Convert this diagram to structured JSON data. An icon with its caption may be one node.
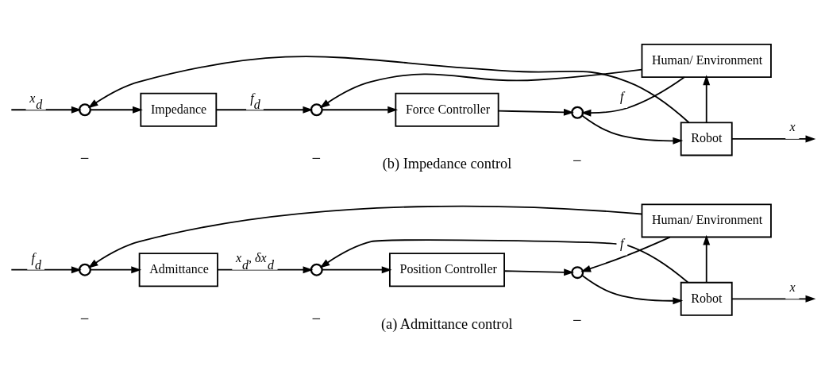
{
  "diagram": {
    "nodes": [
      {
        "text": [],
        "shape": "circle"
      },
      {
        "text": [
          "Admittance"
        ]
      },
      {
        "text": [],
        "shape": "circle"
      },
      {
        "text": [
          "Position Controller"
        ]
      },
      {
        "text": [],
        "shape": "circle"
      },
      {
        "text": [
          "Robot"
        ]
      },
      {
        "text": [
          "Human/ Environment"
        ]
      },
      {
        "text": [],
        "shape": "circle"
      },
      {
        "text": [
          "Impedance"
        ]
      },
      {
        "text": [],
        "shape": "circle"
      },
      {
        "text": [
          "Force Controller"
        ]
      },
      {
        "text": [],
        "shape": "circle"
      },
      {
        "text": [
          "Robot"
        ]
      },
      {
        "text": [
          "Human/ Environment"
        ]
      }
    ],
    "edges": [
      {
        "from": null,
        "to": 0,
        "arrow": "to",
        "label": "f$_{d}$"
      },
      {
        "from": 0,
        "to": 1,
        "arrow": "to"
      },
      {
        "from": 1,
        "to": 2,
        "arrow": "to",
        "label": "x$_{d}$, δx$_{d}$"
      },
      {
        "from": 2,
        "to": 3,
        "arrow": "to"
      },
      {
        "from": 3,
        "to": 4,
        "arrow": "to"
      },
      {
        "from": 4,
        "to": 5,
        "arrow": "to"
      },
      {
        "from": 5,
        "to": null,
        "arrow": "to",
        "label": "x"
      },
      {
        "from": 5,
        "to": 2,
        "arrow": "to"
      },
      {
        "from": 5,
        "to": 6,
        "arrow": "to"
      },
      {
        "from": 6,
        "to": 4,
        "arrow": "to",
        "label": "f"
      },
      {
        "from": 6,
        "to": 0,
        "arrow": "to"
      },
      {
        "from": null,
        "to": 7,
        "arrow": "to",
        "label": "x$_{d}$"
      },
      {
        "from": 7,
        "to": 8,
        "arrow": "to"
      },
      {
        "from": 8,
        "to": 9,
        "arrow": "to",
        "label": "f$_{d}$"
      },
      {
        "from": 9,
        "to": 10,
        "arrow": "to"
      },
      {
        "from": 10,
        "to": 11,
        "arrow": "to"
      },
      {
        "from": 11,
        "to": 12,
        "arrow": "to"
      },
      {
        "from": 12,
        "to": null,
        "arrow": "to",
        "label": "x"
      },
      {
        "from": 12,
        "to": 13,
        "arrow": "to"
      },
      {
        "from": 13,
        "to": 11,
        "arrow": "to",
        "label": "f"
      },
      {
        "from": 13,
        "to": 9,
        "arrow": "to"
      },
      {
        "from": 12,
        "to": 7,
        "arrow": "to"
      }
    ],
    "labels": [
      "−",
      "−",
      "−",
      "(a) Admittance control",
      "−",
      "−",
      "−",
      "(b) Impedance control"
    ]
  }
}
